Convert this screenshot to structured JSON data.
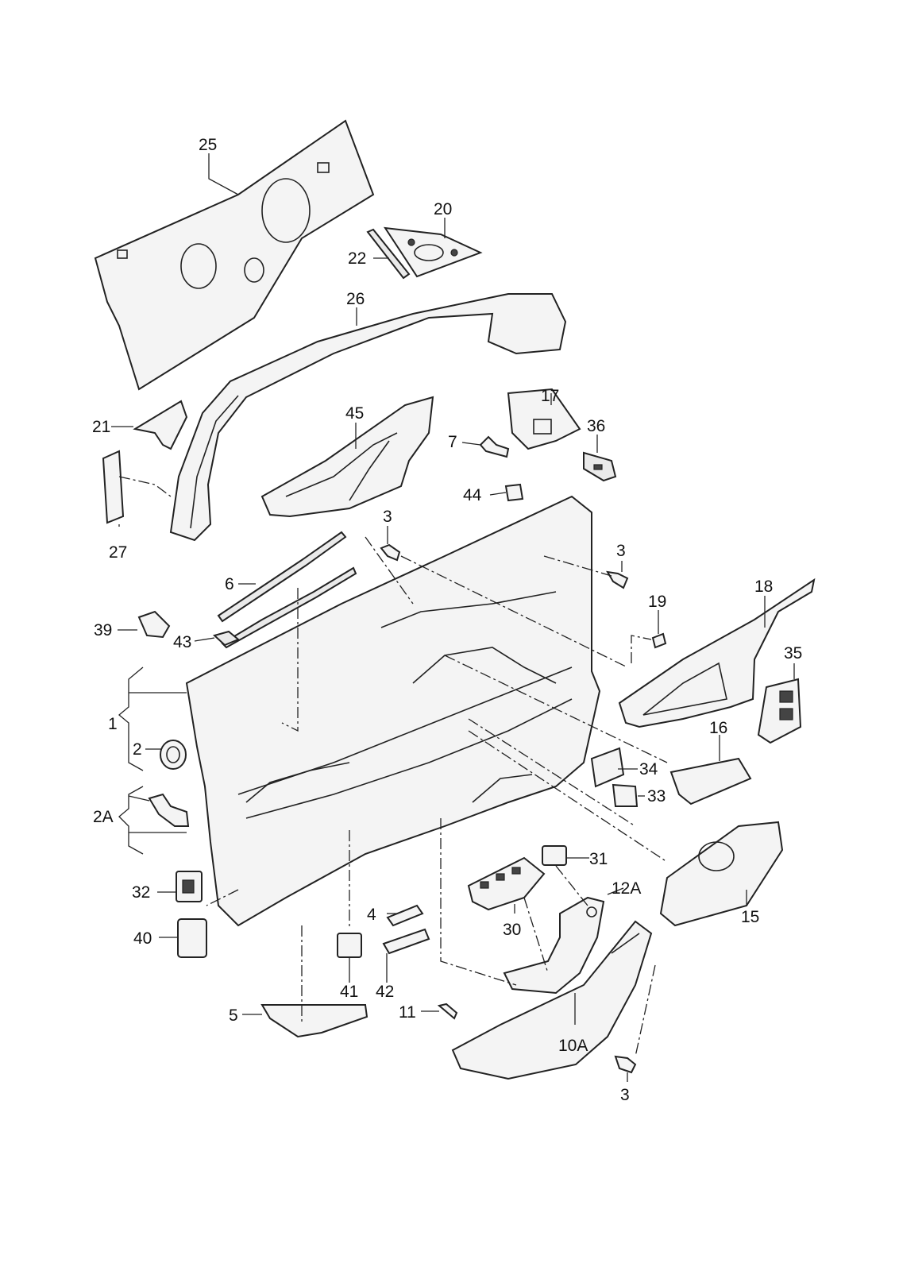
{
  "labels": {
    "p25": "25",
    "p20": "20",
    "p22": "22",
    "p26": "26",
    "p17": "17",
    "p21": "21",
    "p45": "45",
    "p7": "7",
    "p36": "36",
    "p27": "27",
    "p44": "44",
    "p3a": "3",
    "p3b": "3",
    "p6": "6",
    "p39": "39",
    "p19": "19",
    "p18": "18",
    "p43": "43",
    "p35": "35",
    "p1": "1",
    "p2": "2",
    "p16": "16",
    "p34": "34",
    "p2A": "2A",
    "p33": "33",
    "p31": "31",
    "p32": "32",
    "p12A": "12A",
    "p4": "4",
    "p30": "30",
    "p15": "15",
    "p40": "40",
    "p41": "41",
    "p42": "42",
    "p5": "5",
    "p11": "11",
    "p10A": "10A",
    "p3c": "3"
  },
  "colors": {
    "line": "#222222",
    "fill": "#f4f4f4",
    "background": "#ffffff"
  }
}
